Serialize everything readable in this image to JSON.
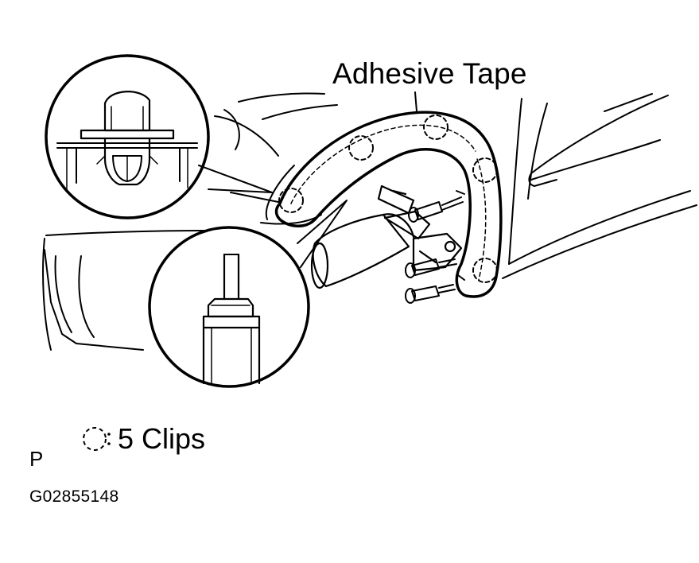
{
  "figure": {
    "callouts": {
      "tape_label": "Adhesive Tape"
    },
    "legend": {
      "symbol": "dashed-circle-icon",
      "text": "5 Clips"
    },
    "view_letter": "P",
    "figure_code": "G02855148"
  }
}
